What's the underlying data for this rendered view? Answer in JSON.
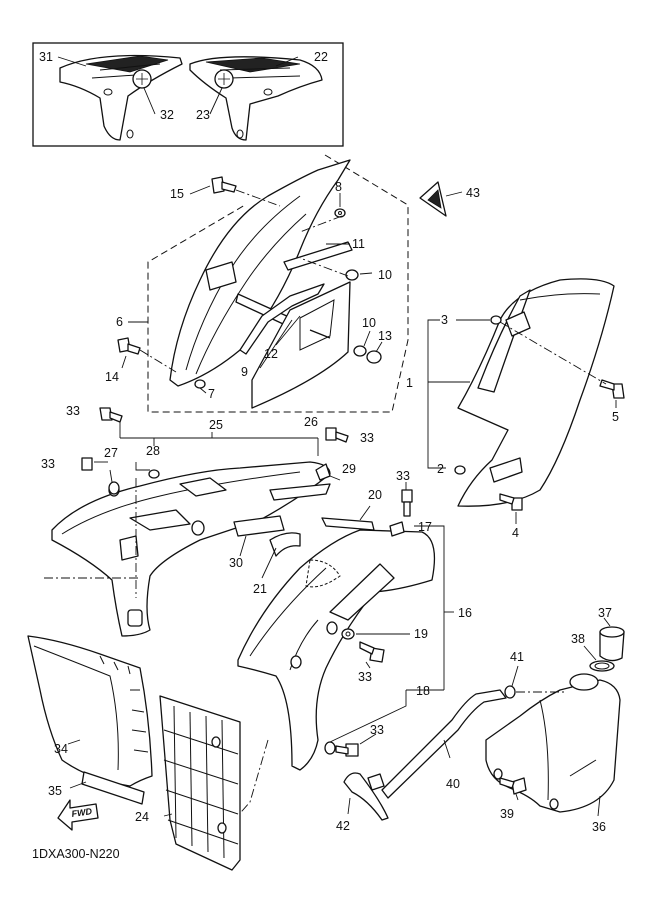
{
  "diagram_code": "1DXA300-N220",
  "fwd_label": "FWD",
  "part_numbers": {
    "p1": "1",
    "p2": "2",
    "p3": "3",
    "p4": "4",
    "p5": "5",
    "p6": "6",
    "p7": "7",
    "p8": "8",
    "p9": "9",
    "p10a": "10",
    "p10b": "10",
    "p11": "11",
    "p12": "12",
    "p13": "13",
    "p14": "14",
    "p15": "15",
    "p16": "16",
    "p17": "17",
    "p18": "18",
    "p19": "19",
    "p20": "20",
    "p21": "21",
    "p22": "22",
    "p23": "23",
    "p24": "24",
    "p25": "25",
    "p26": "26",
    "p27": "27",
    "p28": "28",
    "p29": "29",
    "p30": "30",
    "p31": "31",
    "p32": "32",
    "p33a": "33",
    "p33b": "33",
    "p33c": "33",
    "p33d": "33",
    "p33e": "33",
    "p33f": "33",
    "p34": "34",
    "p35": "35",
    "p36": "36",
    "p37": "37",
    "p38": "38",
    "p39": "39",
    "p40": "40",
    "p41": "41",
    "p42": "42",
    "p43": "43"
  }
}
